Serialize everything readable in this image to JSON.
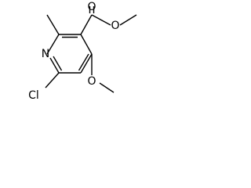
{
  "diagram": {
    "type": "chemical-structure",
    "name": "",
    "atom_labels": {
      "ring_nitrogen": "N",
      "chlorine": "Cl",
      "ester_carbonyl_oxygen": "O",
      "ester_ether_oxygen": "O",
      "methoxy_oxygen": "O"
    },
    "colors": {
      "bond": "#000000",
      "text": "#000000",
      "background": "#ffffff"
    }
  }
}
